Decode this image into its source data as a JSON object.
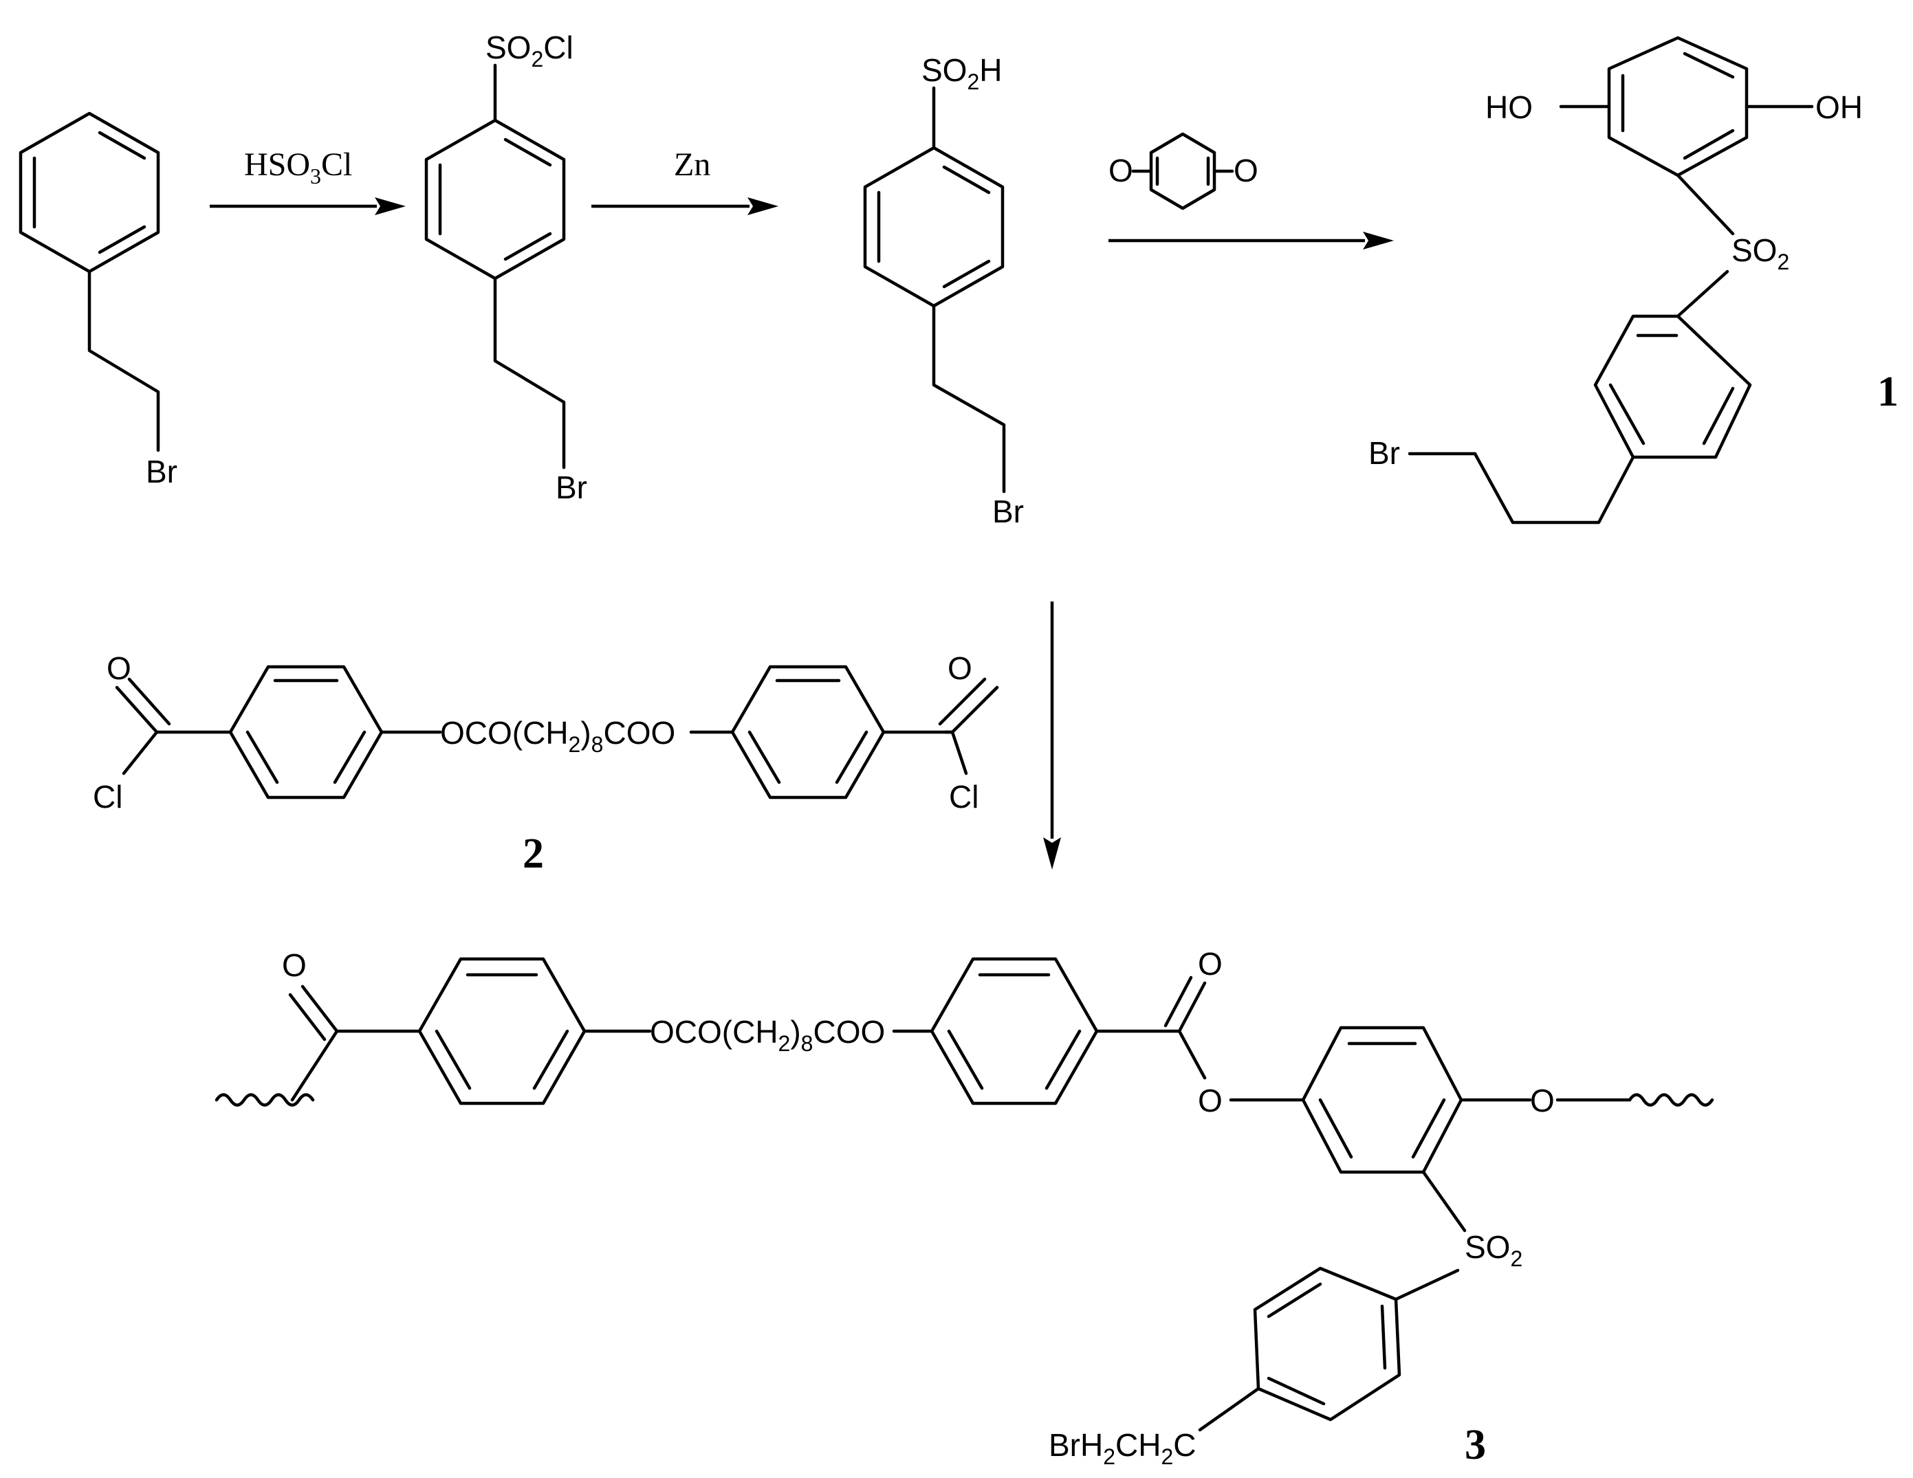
{
  "reagents": {
    "step1_main": "HSO",
    "step1_sub": "3",
    "step1_tail": "Cl",
    "step2": "Zn"
  },
  "labels": {
    "br": "Br",
    "so2cl_a": "SO",
    "so2cl_sub": "2",
    "so2cl_b": "Cl",
    "so2h_a": "SO",
    "so2h_sub": "2",
    "so2h_b": "H",
    "so2_a": "SO",
    "so2_sub": "2",
    "ho": "HO",
    "oh": "OH",
    "o": "O",
    "cl": "Cl",
    "linker_a": "OCO(CH",
    "linker_sub": "2",
    "linker_b": ")",
    "linker_sub2": "8",
    "linker_c": "COO",
    "brch_a": "BrH",
    "brch_sub1": "2",
    "brch_b": "CH",
    "brch_sub2": "2",
    "brch_c": "C"
  },
  "compounds": {
    "c1": "1",
    "c2": "2",
    "c3": "3"
  }
}
